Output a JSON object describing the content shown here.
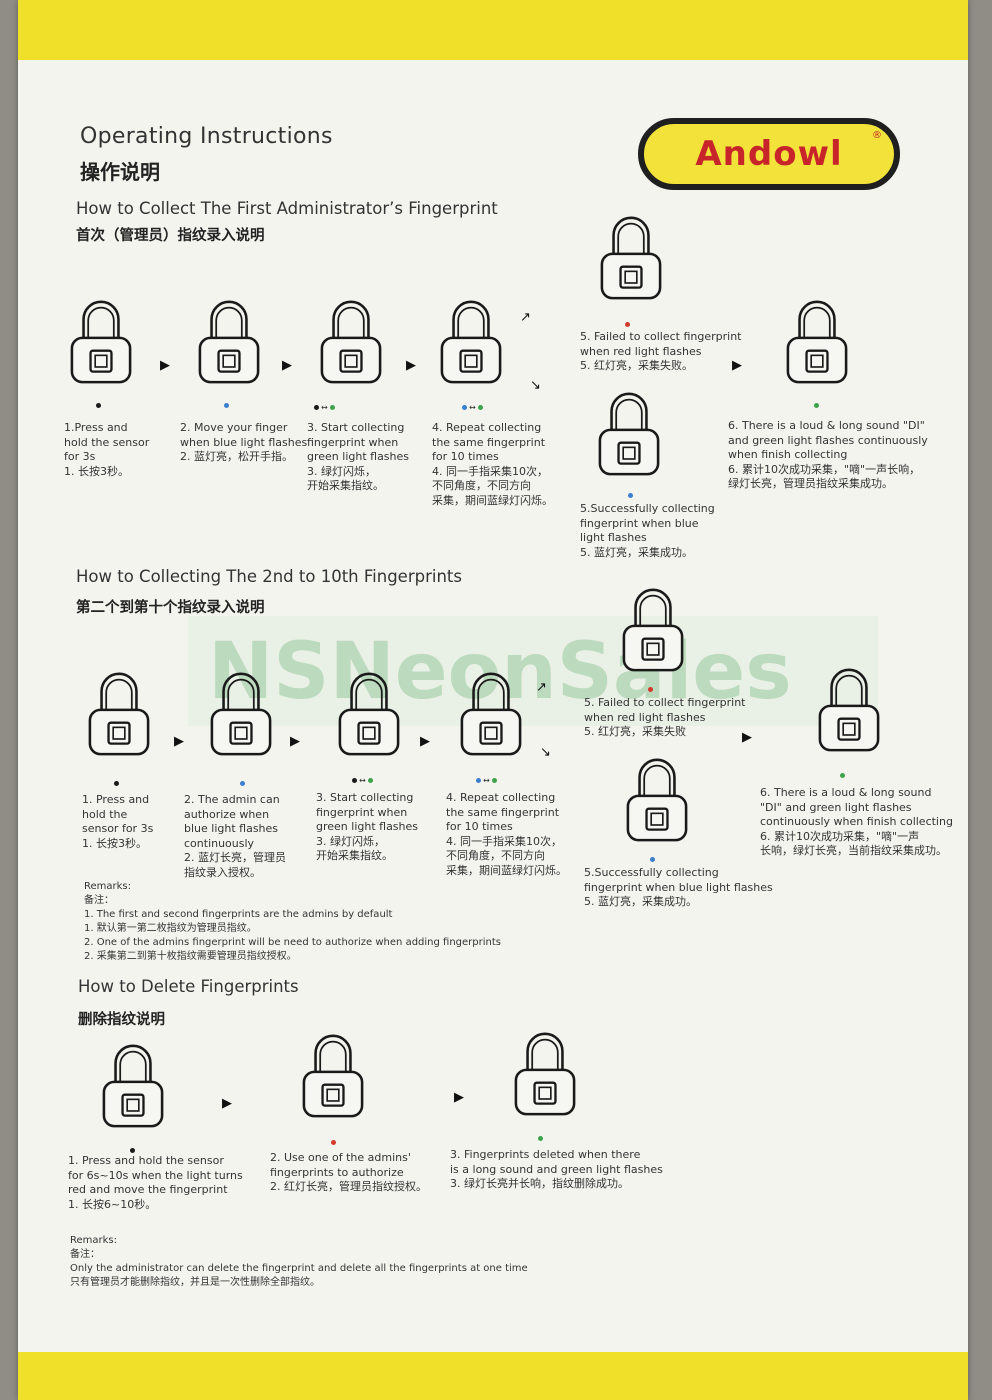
{
  "header": {
    "title_en": "Operating Instructions",
    "title_cn": "操作说明"
  },
  "logo": {
    "text": "Andowl",
    "mark": "®",
    "colors": {
      "fill": "#f2e23a",
      "text": "#c8252a",
      "border": "#1f1f1f"
    }
  },
  "watermark": {
    "text": "NSNeonSales"
  },
  "section1": {
    "title_en": "How to Collect The First Administrator’s Fingerprint",
    "title_cn": "首次（管理员）指纹录入说明",
    "steps": [
      {
        "en": "1.Press and\nhold the sensor\nfor 3s",
        "cn": "1. 长按3秒。"
      },
      {
        "en": "2. Move your finger\nwhen blue light flashes",
        "cn": "2. 蓝灯亮，松开手指。"
      },
      {
        "en": "3. Start collecting\nfingerprint when\ngreen light flashes",
        "cn": "3. 绿灯闪烁，\n开始采集指纹。"
      },
      {
        "en": "4. Repeat collecting\nthe same fingerprint\nfor 10 times",
        "cn": "4. 同一手指采集10次，\n不同角度，不同方向\n采集，期间蓝绿灯闪烁。"
      },
      {
        "en": "5. Failed to collect fingerprint\nwhen red light flashes",
        "cn": "5. 红灯亮，采集失败。"
      },
      {
        "en": "5.Successfully collecting\nfingerprint when blue\nlight flashes",
        "cn": "5. 蓝灯亮，采集成功。"
      },
      {
        "en": "6. There is a loud & long sound \"DI\"\nand green light flashes continuously\nwhen finish collecting",
        "cn": "6. 累计10次成功采集，\"嘀\"一声长响，\n绿灯长亮，管理员指纹采集成功。"
      }
    ]
  },
  "section2": {
    "title_en": "How to Collecting The 2nd to 10th Fingerprints",
    "title_cn": "第二个到第十个指纹录入说明",
    "steps": [
      {
        "en": "1. Press and\nhold the\nsensor for 3s",
        "cn": "1. 长按3秒。"
      },
      {
        "en": "2. The admin can\nauthorize when\nblue light flashes\ncontinuously",
        "cn": "2. 蓝灯长亮，管理员\n指纹录入授权。"
      },
      {
        "en": "3. Start collecting\nfingerprint when\ngreen light flashes",
        "cn": "3. 绿灯闪烁，\n开始采集指纹。"
      },
      {
        "en": "4. Repeat collecting\nthe same fingerprint\nfor 10 times",
        "cn": "4. 同一手指采集10次，\n不同角度，不同方向\n采集，期间蓝绿灯闪烁。"
      },
      {
        "en": "5. Failed to collect fingerprint\nwhen red light flashes",
        "cn": "5. 红灯亮，采集失败"
      },
      {
        "en": "5.Successfully collecting\nfingerprint when blue light flashes",
        "cn": "5. 蓝灯亮，采集成功。"
      },
      {
        "en": "6. There is a loud & long sound\n\"DI\" and green light flashes\ncontinuously when finish collecting",
        "cn": "6. 累计10次成功采集，\"嘀\"一声\n长响，绿灯长亮，当前指纹采集成功。"
      }
    ],
    "remarks": "Remarks:\n备注：\n1. The first and second fingerprints are the admins by default\n1. 默认第一第二枚指纹为管理员指纹。\n2. One of the admins fingerprint will be need to authorize when adding fingerprints\n2. 采集第二到第十枚指纹需要管理员指纹授权。"
  },
  "section3": {
    "title_en": "How to Delete Fingerprints",
    "title_cn": "删除指纹说明",
    "steps": [
      {
        "en": "1. Press and hold the sensor\nfor 6s~10s when the light turns\nred and move the fingerprint",
        "cn": "1. 长按6~10秒。"
      },
      {
        "en": "2. Use one of the admins'\nfingerprints to authorize",
        "cn": "2. 红灯长亮，管理员指纹授权。"
      },
      {
        "en": "3. Fingerprints deleted when there\nis a long sound and green light flashes",
        "cn": "3. 绿灯长亮并长响，指纹删除成功。"
      }
    ],
    "remarks": "Remarks:\n备注：\nOnly the administrator can delete the fingerprint and delete all the fingerprints at one time\n只有管理员才能删除指纹，并且是一次性删除全部指纹。"
  },
  "colors": {
    "band": "#f0e02a",
    "paper": "#f4f4ef",
    "blue": "#3a7fd0",
    "green": "#3da34a",
    "red": "#d33a2c",
    "black": "#1a1a1a"
  },
  "icons": [
    "padlock-icon",
    "arrow-right-icon",
    "arrow-up-right-icon",
    "arrow-down-right-icon",
    "status-dot-icon"
  ]
}
